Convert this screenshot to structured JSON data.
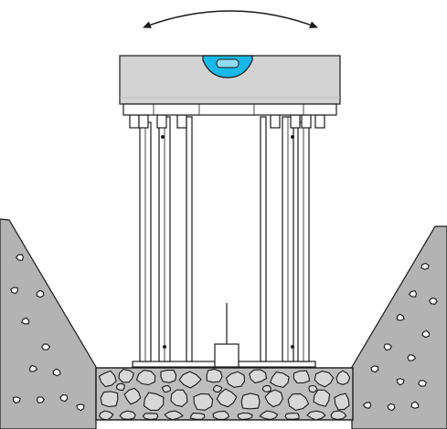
{
  "diagram": {
    "colors": {
      "background": "#ffffff",
      "outline": "#1a1a1a",
      "plate": "#d3d3d3",
      "plate_shade": "#bdbdbd",
      "level_vial": "#19b8e8",
      "bubble": "#8fdcf5",
      "concrete": "#b3b3b3",
      "stone_fill": "#d8d8d8",
      "rod": "#ffffff"
    },
    "icons": {
      "tilt_arrow": "double-headed-curved-arrow",
      "level": "spirit-level-bubble",
      "rubble": "stone-aggregate"
    }
  }
}
